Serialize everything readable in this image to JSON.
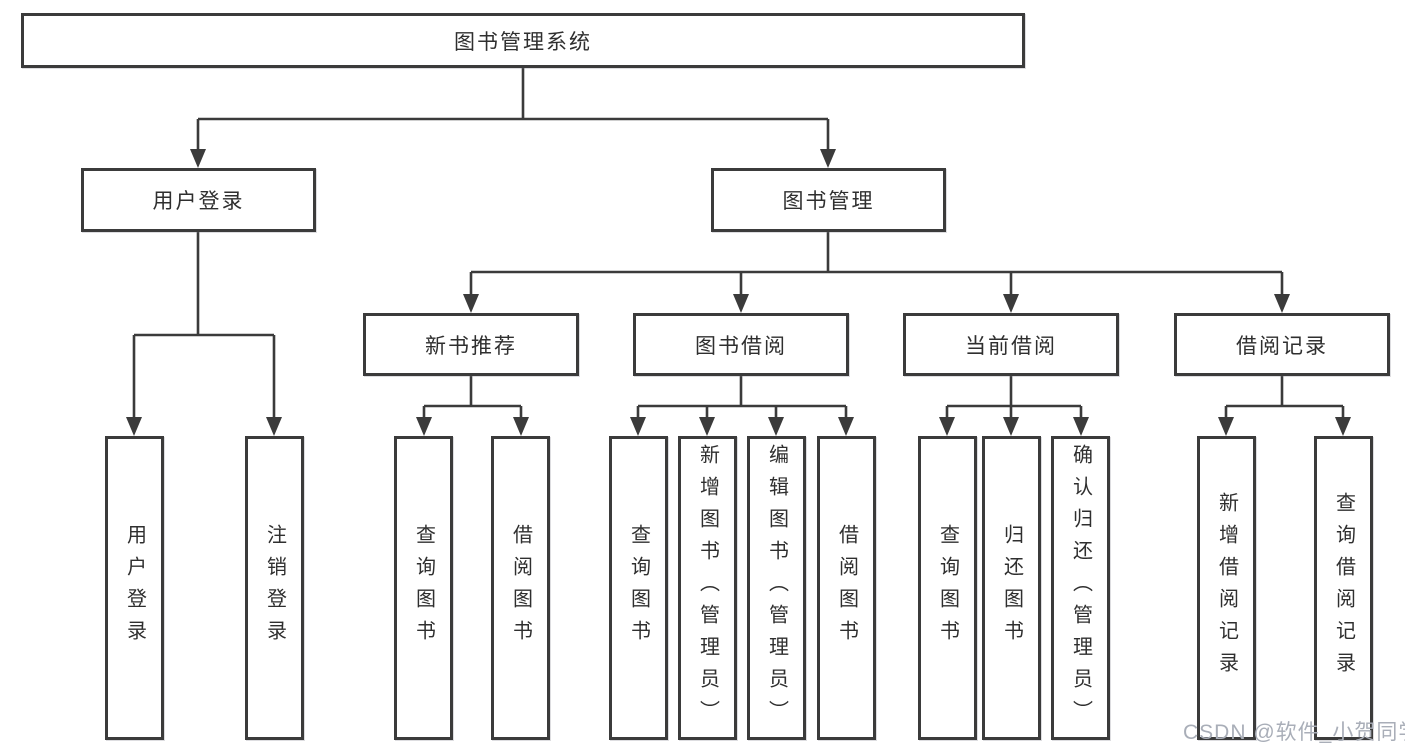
{
  "colors": {
    "line": "#3b3b3b",
    "box_border": "#3b3b3b",
    "text": "#2f2f2f",
    "watermark": "#a9aeb8",
    "background": "#ffffff"
  },
  "root": {
    "label": "图书管理系统"
  },
  "level2": {
    "user_login": {
      "label": "用户登录"
    },
    "book_management": {
      "label": "图书管理"
    }
  },
  "level3": {
    "new_book_recommend": {
      "label": "新书推荐"
    },
    "book_borrowing": {
      "label": "图书借阅"
    },
    "current_borrowing": {
      "label": "当前借阅"
    },
    "borrowing_records": {
      "label": "借阅记录"
    }
  },
  "leaves": {
    "user_login": {
      "label": "用户登录"
    },
    "logout": {
      "label": "注销登录"
    },
    "nbr_query_books": {
      "label": "查询图书"
    },
    "nbr_borrow_books": {
      "label": "借阅图书"
    },
    "bb_query_books": {
      "label": "查询图书"
    },
    "bb_add_books": {
      "label": "新增图书（管理员）"
    },
    "bb_edit_books": {
      "label": "编辑图书（管理员）"
    },
    "bb_borrow_books": {
      "label": "借阅图书"
    },
    "cb_query_books": {
      "label": "查询图书"
    },
    "cb_return_books": {
      "label": "归还图书"
    },
    "cb_confirm_return": {
      "label": "确认归还（管理员）"
    },
    "br_add_record": {
      "label": "新增借阅记录"
    },
    "br_query_record": {
      "label": "查询借阅记录"
    }
  },
  "watermark": {
    "text": "CSDN @软件_小贺同学"
  }
}
